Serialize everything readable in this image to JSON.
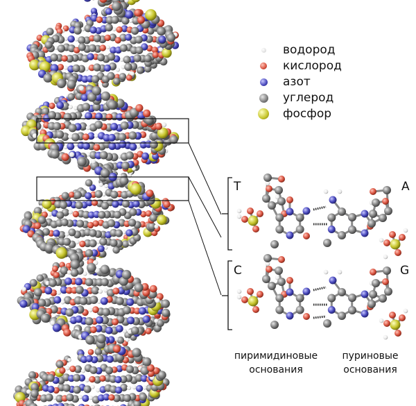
{
  "legend": {
    "items": [
      {
        "label": "водород",
        "color": "#f4f4f4",
        "icon": "hydrogen-dot-icon"
      },
      {
        "label": "кислород",
        "color": "#e8614f",
        "icon": "oxygen-dot-icon"
      },
      {
        "label": "азот",
        "color": "#4c4cc0",
        "icon": "nitrogen-dot-icon"
      },
      {
        "label": "углерод",
        "color": "#8f8f8f",
        "icon": "carbon-dot-icon"
      },
      {
        "label": "фосфор",
        "color": "#c9c830",
        "icon": "phosphorus-dot-icon"
      }
    ]
  },
  "pairs": {
    "top": {
      "left": "T",
      "right": "A"
    },
    "bottom": {
      "left": "C",
      "right": "G"
    }
  },
  "captions": {
    "pyrimidine": [
      "пиримидиновые",
      "основания"
    ],
    "purine": [
      "пуриновые",
      "основания"
    ]
  }
}
